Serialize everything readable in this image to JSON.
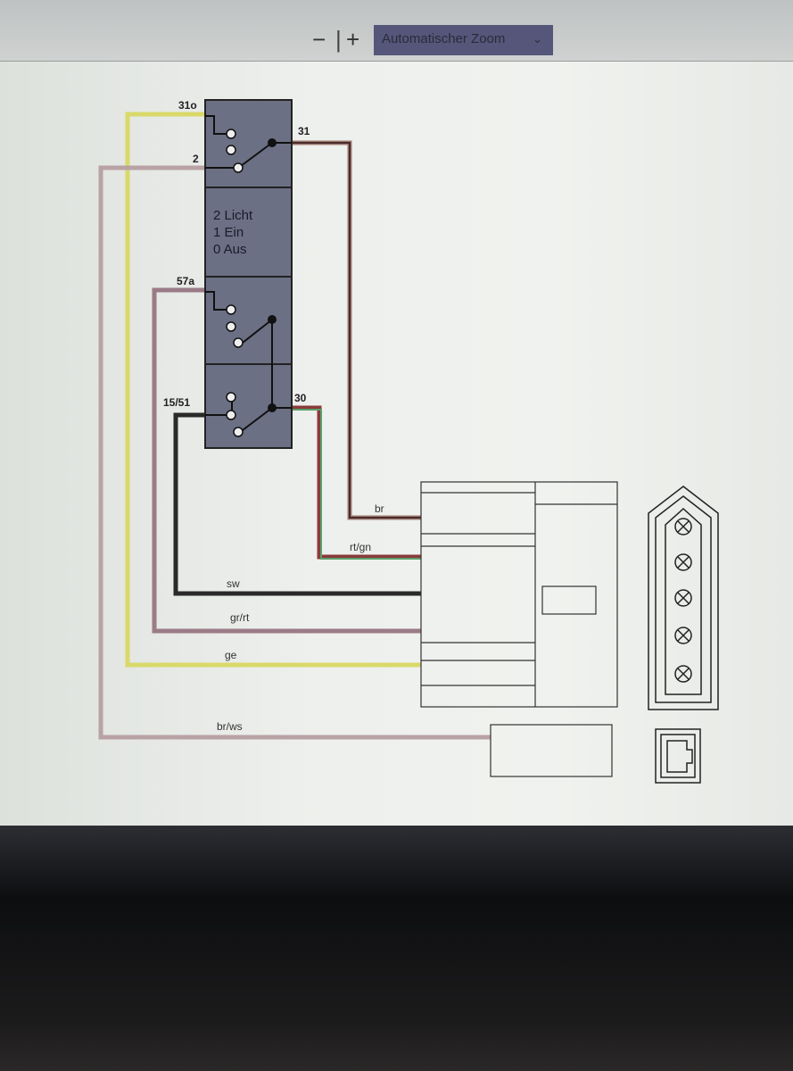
{
  "toolbar": {
    "zoom_out": "−",
    "zoom_in": "+",
    "zoom_select": "Automatischer Zoom",
    "chevron": "⌄"
  },
  "switch": {
    "pins": {
      "p31o": "31o",
      "p2": "2",
      "p31": "31",
      "p57a": "57a",
      "p1551": "15/51",
      "p30": "30"
    },
    "legend": [
      "2 Licht",
      "1 Ein",
      "0 Aus"
    ]
  },
  "wires": {
    "br": "br",
    "rtgn": "rt/gn",
    "sw": "sw",
    "grrt": "gr/rt",
    "ge": "ge",
    "brws": "br/ws"
  },
  "colors": {
    "ge": "#d9d96a",
    "brws": "#b9a2a5",
    "br": "#4a2a2a",
    "grrt": "#9a7b87",
    "sw": "#2a2a2a",
    "rt": "#8a3a3a",
    "gn": "#5aa06a",
    "switch_fill": "#6b7084"
  }
}
